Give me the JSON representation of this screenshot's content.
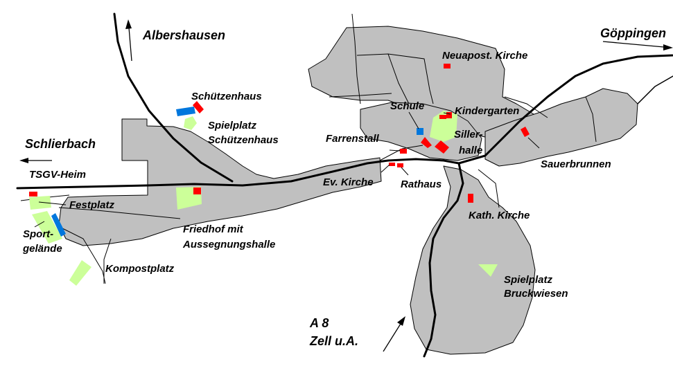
{
  "colors": {
    "settlement": "#c0c0c0",
    "building": "#ff0000",
    "green_area": "#ccff99",
    "special": "#0077dd",
    "road": "#000000"
  },
  "directions": {
    "albershausen": "Albershausen",
    "goeppingen": "Göppingen",
    "schlierbach": "Schlierbach",
    "a8": "A 8",
    "zell": "Zell u.A."
  },
  "places": {
    "schuetzenhaus": "Schützenhaus",
    "spielplatz_schuetzenhaus_1": "Spielplatz",
    "spielplatz_schuetzenhaus_2": "Schützenhaus",
    "tsgv_heim": "TSGV-Heim",
    "festplatz": "Festplatz",
    "sport_1": "Sport-",
    "sport_2": "gelände",
    "kompostplatz": "Kompostplatz",
    "friedhof_1": "Friedhof mit",
    "friedhof_2": "Aussegnungshalle",
    "neuapost_kirche": "Neuapost. Kirche",
    "schule": "Schule",
    "kindergarten": "Kindergarten",
    "farrenstall": "Farrenstall",
    "sillerhalle_1": "Siller-",
    "sillerhalle_2": "halle",
    "ev_kirche": "Ev. Kirche",
    "rathaus": "Rathaus",
    "sauerbrunnen": "Sauerbrunnen",
    "kath_kirche": "Kath. Kirche",
    "spielplatz_bruckwiesen_1": "Spielplatz",
    "spielplatz_bruckwiesen_2": "Bruckwiesen"
  }
}
